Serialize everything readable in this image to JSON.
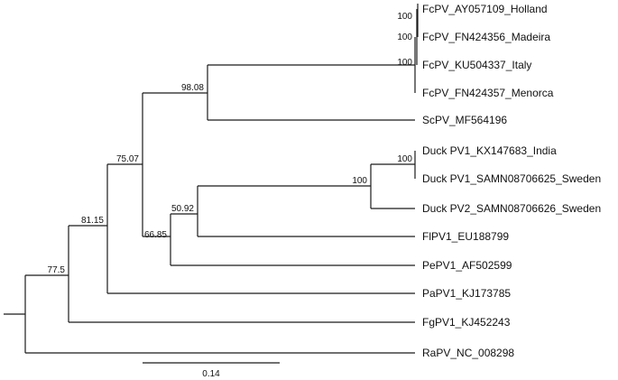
{
  "tree": {
    "taxa": [
      "FcPV_AY057109_Holland",
      "FcPV_FN424356_Madeira",
      "FcPV_KU504337_Italy",
      "FcPV_FN424357_Menorca",
      "ScPV_MF564196",
      "Duck PV1_KX147683_India",
      "Duck PV1_SAMN08706625_Sweden",
      "Duck PV2_SAMN08706626_Sweden",
      "FlPV1_EU188799",
      "PePV1_AF502599",
      "PaPV1_KJ173785",
      "FgPV1_KJ452243",
      "RaPV_NC_008298"
    ],
    "bootstrap": {
      "fcpv_holland_madeira": "100",
      "fcpv_inner": "100",
      "fcpv_all": "100",
      "fcpv_scpv": "98.08",
      "duck_pv1": "100",
      "duck_all": "50.92",
      "duck_flpv": "66.85",
      "main_clade": "75.07",
      "with_papv": "81.15",
      "with_fgpv": "77.5"
    },
    "scale_bar_label": "0.14"
  }
}
